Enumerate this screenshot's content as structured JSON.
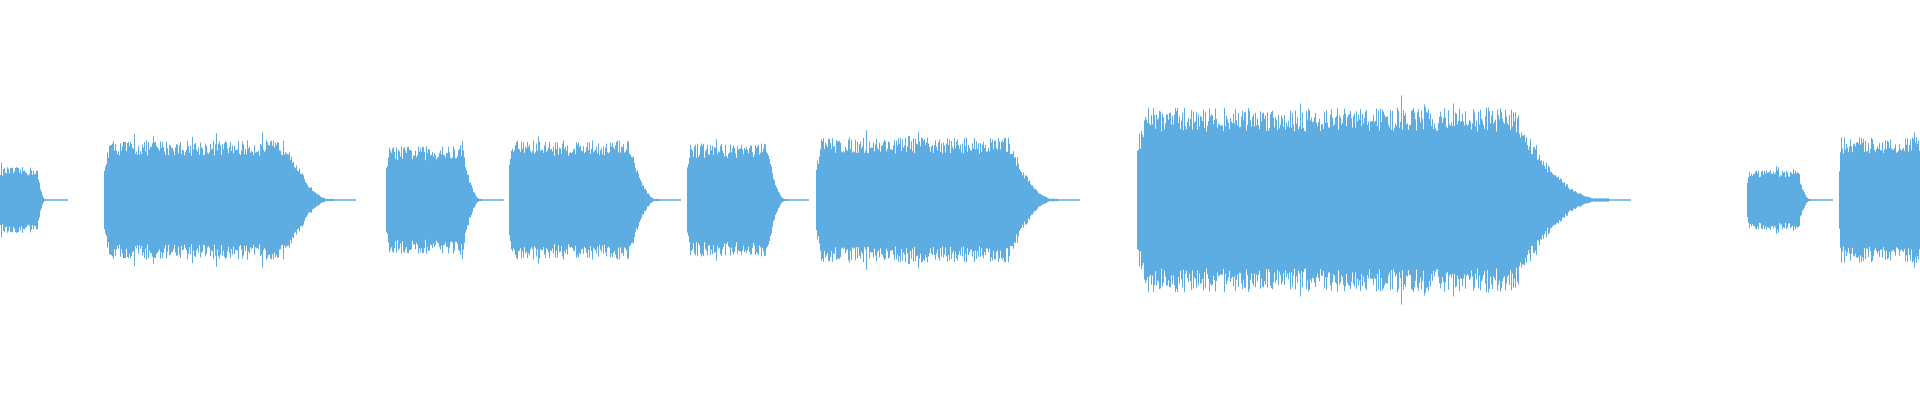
{
  "waveform": {
    "color": "#5dade2",
    "background": "#ffffff",
    "duration_fraction_segments": [
      {
        "start": 0.0,
        "end": 0.024,
        "amplitude": 0.22,
        "profile": "tail"
      },
      {
        "start": 0.054,
        "end": 0.174,
        "amplitude": 0.4,
        "profile": "full"
      },
      {
        "start": 0.201,
        "end": 0.251,
        "amplitude": 0.36,
        "profile": "full"
      },
      {
        "start": 0.265,
        "end": 0.343,
        "amplitude": 0.4,
        "profile": "full"
      },
      {
        "start": 0.358,
        "end": 0.41,
        "amplitude": 0.38,
        "profile": "full"
      },
      {
        "start": 0.425,
        "end": 0.551,
        "amplitude": 0.42,
        "profile": "full"
      },
      {
        "start": 0.592,
        "end": 0.838,
        "amplitude": 0.62,
        "profile": "full"
      },
      {
        "start": 0.91,
        "end": 0.943,
        "amplitude": 0.2,
        "profile": "full"
      },
      {
        "start": 0.958,
        "end": 1.0,
        "amplitude": 0.42,
        "profile": "head"
      }
    ]
  }
}
